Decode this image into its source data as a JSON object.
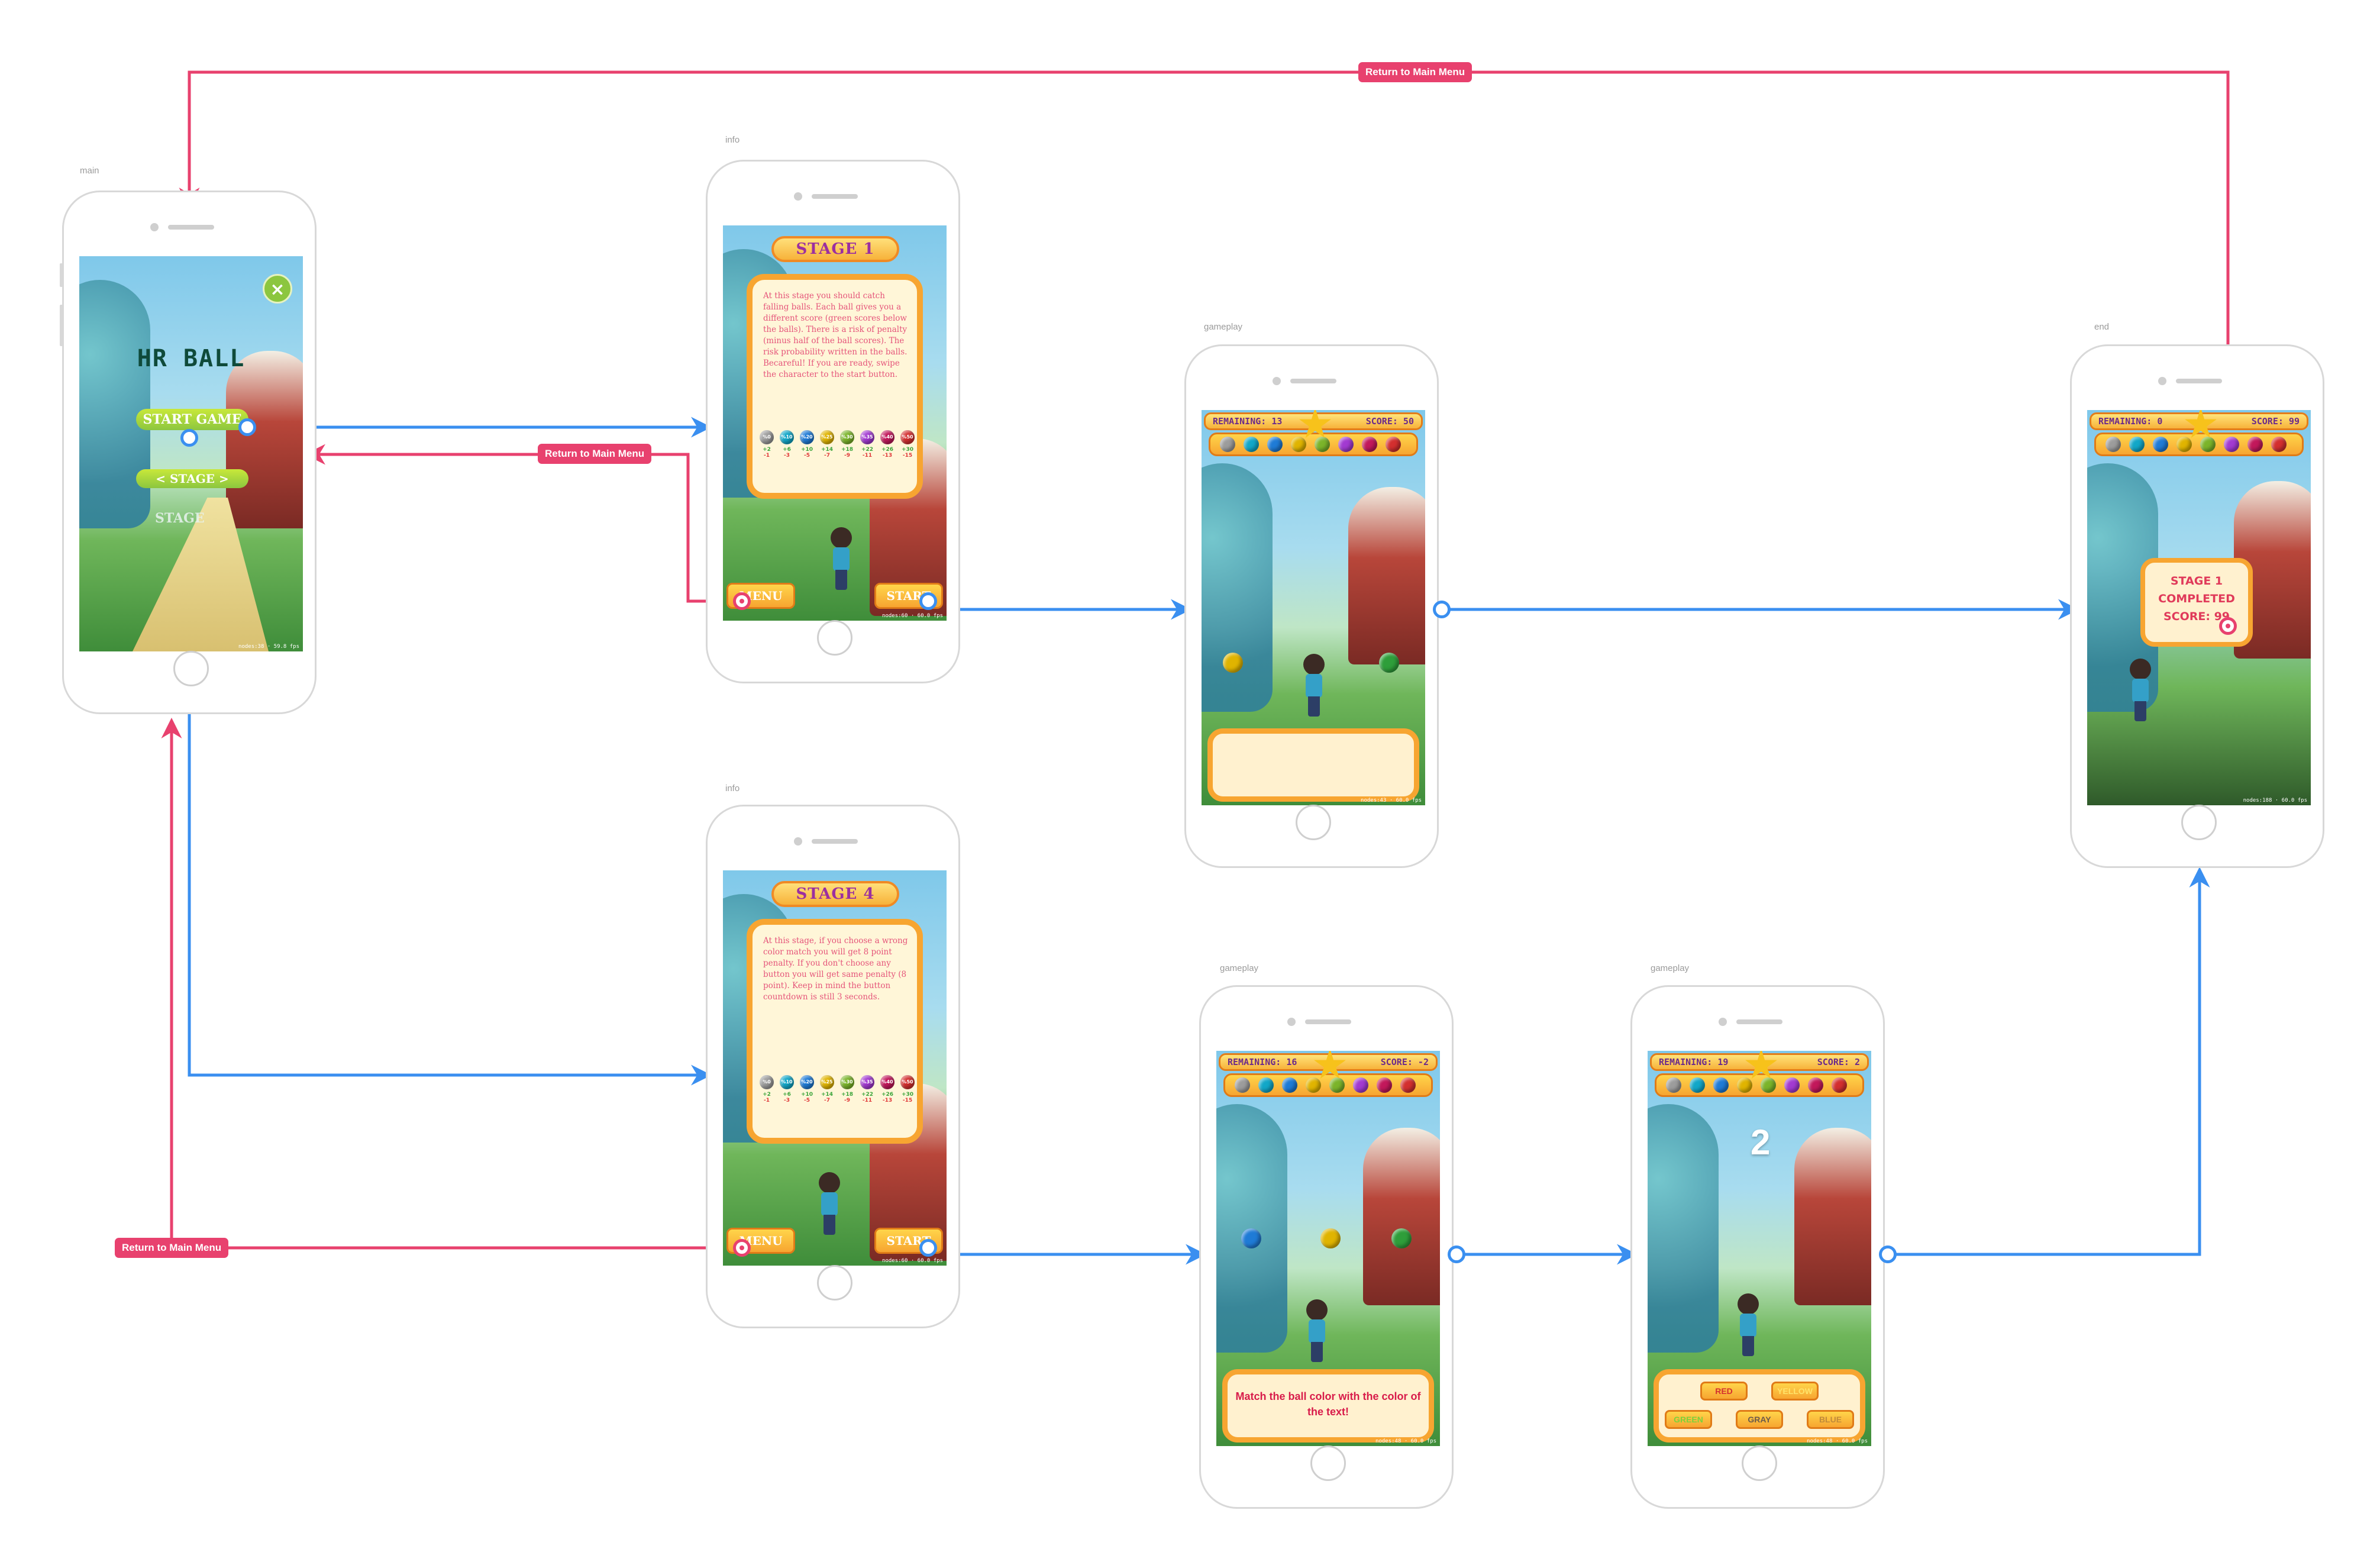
{
  "frames": {
    "main": {
      "label": "main"
    },
    "info1": {
      "label": "info"
    },
    "info4": {
      "label": "info"
    },
    "gameplay1": {
      "label": "gameplay"
    },
    "gameplay2": {
      "label": "gameplay"
    },
    "gameplay3": {
      "label": "gameplay"
    },
    "end": {
      "label": "end"
    }
  },
  "main_screen": {
    "title": "HR BALL",
    "close_icon": "×",
    "start_game": "START GAME",
    "stage_selector": "< STAGE >",
    "stage_ghost": "STAGE",
    "debug": "nodes:38 · 59.8 fps"
  },
  "info_stage1": {
    "banner": "STAGE 1",
    "text": "At this stage you should catch falling balls. Each ball gives you a different score (green scores below the balls). There is a risk of penalty (minus half of the ball scores). The risk probability written in the balls. Becareful! If you are ready, swipe the character to the start button.",
    "menu": "MENU",
    "start": "START",
    "debug": "nodes:60 · 60.0 fps"
  },
  "info_stage4": {
    "banner": "STAGE 4",
    "text": "At this stage, if you choose a wrong color match you will get 8 point penalty. If you don't choose any button you will get same penalty (8 point). Keep in mind the button countdown is still 3 seconds.",
    "menu": "MENU",
    "start": "START",
    "debug": "nodes:60 · 60.0 fps"
  },
  "balls": {
    "risk": [
      "%0",
      "%10",
      "%20",
      "%25",
      "%30",
      "%35",
      "%40",
      "%50"
    ],
    "plus": [
      "+2",
      "+6",
      "+10",
      "+14",
      "+18",
      "+22",
      "+26",
      "+30"
    ],
    "minus": [
      "-1",
      "-3",
      "-5",
      "-7",
      "-9",
      "-11",
      "-13",
      "-15"
    ],
    "colors": [
      "#9c9c9c",
      "#12a7c8",
      "#1f7bd6",
      "#e0b400",
      "#7bb42a",
      "#a23ad1",
      "#c2185b",
      "#d32f2f"
    ]
  },
  "gameplay1": {
    "remaining": "REMAINING: 13",
    "score": "SCORE: 50",
    "debug": "nodes:43 · 60.0 fps"
  },
  "gameplay2": {
    "remaining": "REMAINING: 16",
    "score": "SCORE: -2",
    "message": "Match the ball color with the color of the text!",
    "debug": "nodes:48 · 60.0 fps"
  },
  "gameplay3": {
    "remaining": "REMAINING: 19",
    "score": "SCORE: 2",
    "countdown": "2",
    "buttons": {
      "red": "RED",
      "yellow": "YELLOW",
      "green": "GREEN",
      "gray": "GRAY",
      "blue": "BLUE"
    },
    "debug": "nodes:48 · 60.0 fps"
  },
  "end_screen": {
    "remaining": "REMAINING: 0",
    "score": "SCORE: 99",
    "line1": "STAGE 1",
    "line2": "COMPLETED",
    "line3": "SCORE: 99",
    "debug": "nodes:188 · 60.0 fps"
  },
  "connectors": {
    "return_top": "Return to Main Menu",
    "return_info": "Return to Main Menu",
    "return_bottom": "Return to Main Menu"
  },
  "colors": {
    "flow_blue": "#3a8ff0",
    "return_red": "#e8416e"
  }
}
